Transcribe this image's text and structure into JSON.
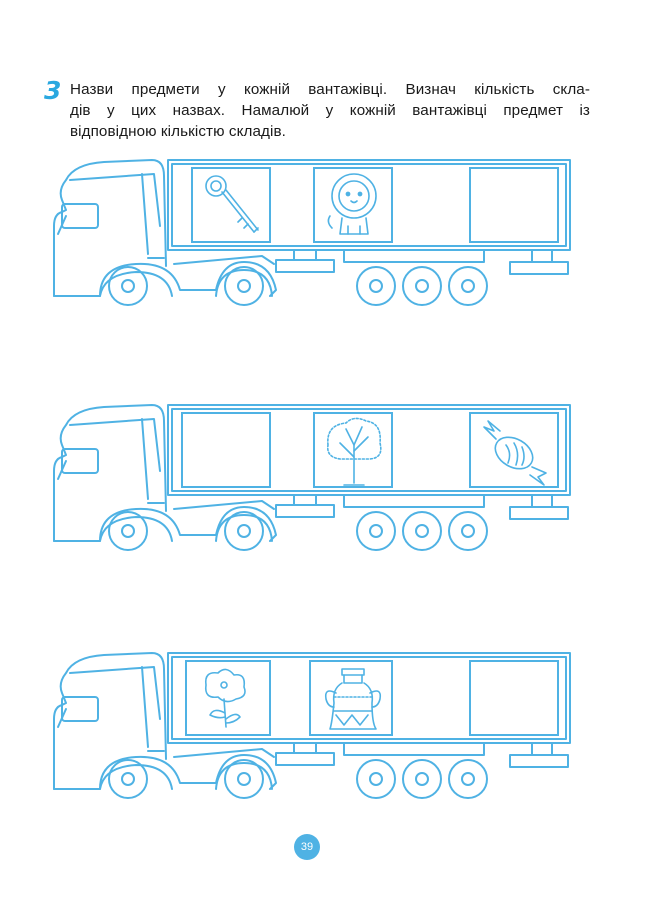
{
  "task": {
    "number": "3",
    "line1": "Назви предмети у кожній вантажівці. Визнач кількість скла-",
    "line2": "дів у цих назвах. Намалюй у кожній вантажівці предмет із",
    "line3": "відповідною кількістю складів."
  },
  "trucks": [
    {
      "boxes": [
        "key-picture",
        "lion-picture",
        "empty-box"
      ]
    },
    {
      "boxes": [
        "empty-box",
        "tree-picture",
        "candy-picture"
      ]
    },
    {
      "boxes": [
        "flower-picture",
        "vase-picture",
        "empty-box"
      ]
    }
  ],
  "colors": {
    "accent": "#2aa8e0",
    "line": "#4fb2e4",
    "badge": "#4fb2e4"
  },
  "page_number": "39"
}
